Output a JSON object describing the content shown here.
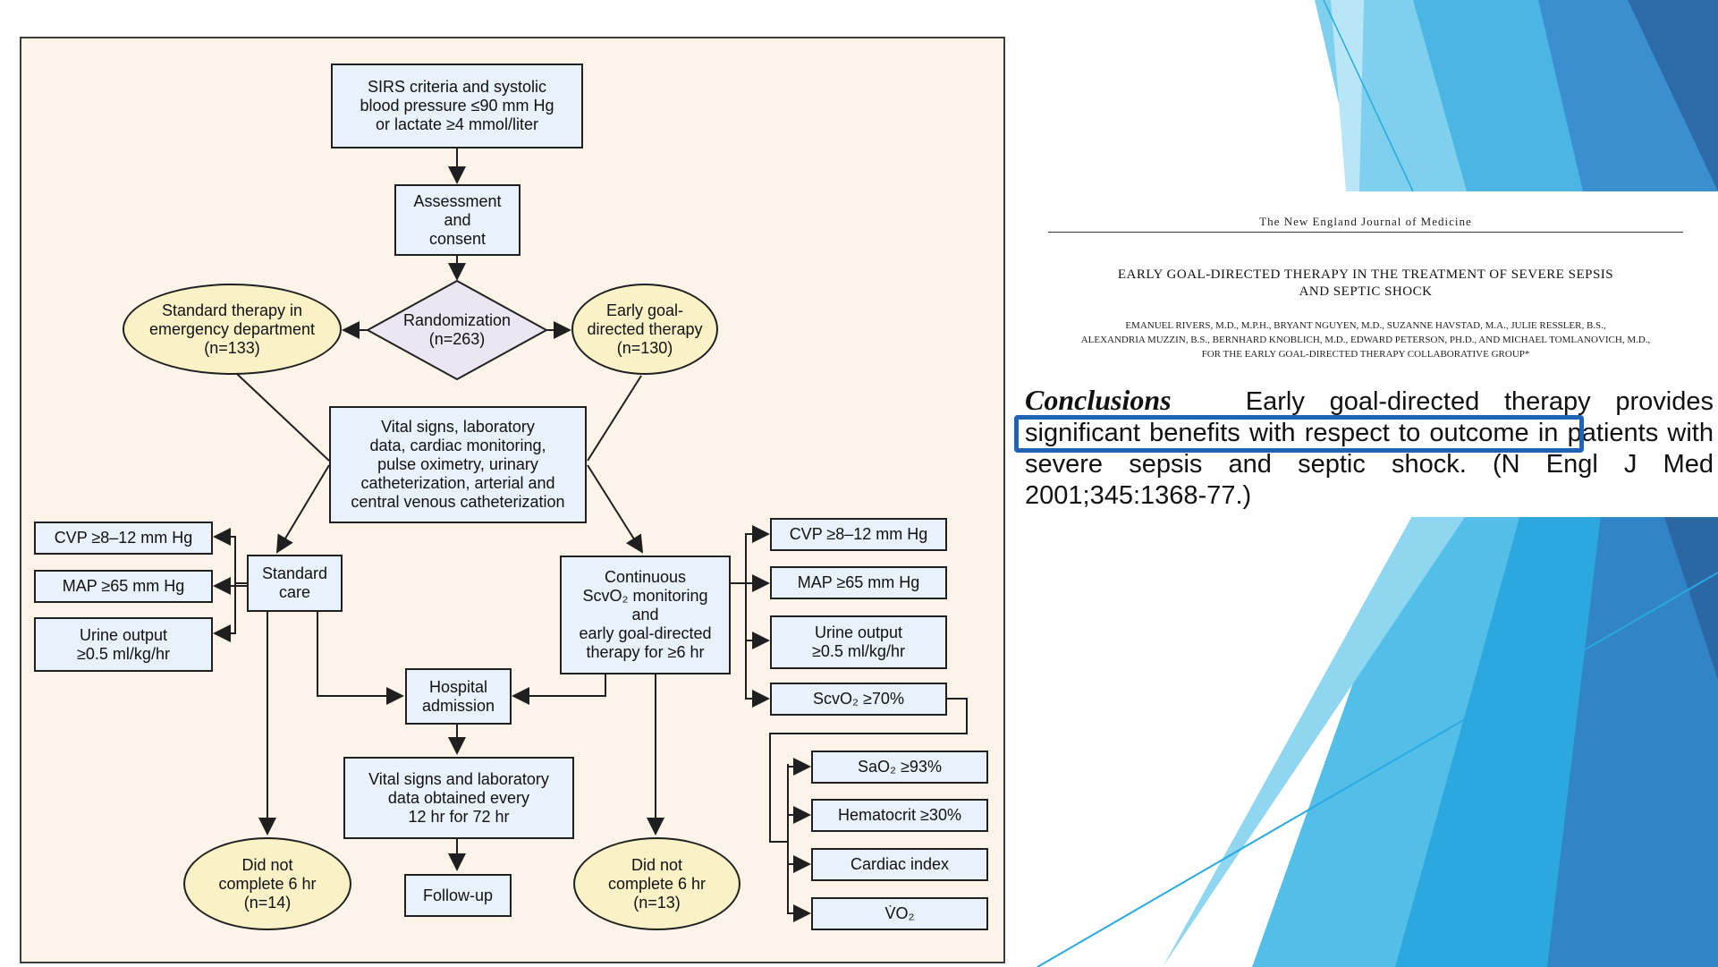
{
  "flowchart": {
    "top": "SIRS criteria and systolic\nblood pressure ≤90 mm Hg\nor lactate ≥4 mmol/liter",
    "assessment": "Assessment\nand\nconsent",
    "randomization": "Randomization\n(n=263)",
    "standard_arm": "Standard therapy in\nemergency department\n(n=133)",
    "egdt_arm": "Early goal-\ndirected therapy\n(n=130)",
    "vitals": "Vital signs, laboratory\ndata, cardiac monitoring,\npulse oximetry, urinary\ncatheterization, arterial and\ncentral venous catheterization",
    "standard_care": "Standard\ncare",
    "continuous": "Continuous\nScvO₂ monitoring\nand\nearly goal-directed\ntherapy for ≥6 hr",
    "left_targets": [
      "CVP ≥8–12 mm Hg",
      "MAP ≥65 mm Hg",
      "Urine output\n≥0.5 ml/kg/hr"
    ],
    "right_targets": [
      "CVP ≥8–12 mm Hg",
      "MAP ≥65 mm Hg",
      "Urine output\n≥0.5 ml/kg/hr",
      "ScvO₂ ≥70%"
    ],
    "scvo2_subtargets": [
      "SaO₂ ≥93%",
      "Hematocrit ≥30%",
      "Cardiac index",
      "V̇O₂"
    ],
    "hospital": "Hospital\nadmission",
    "vitals_72": "Vital signs and laboratory\ndata obtained every\n12 hr for 72 hr",
    "followup": "Follow-up",
    "dnc_left": "Did not\ncomplete 6 hr\n(n=14)",
    "dnc_right": "Did not\ncomplete 6 hr\n(n=13)"
  },
  "journal": {
    "header": "The New England Journal of Medicine",
    "title": "EARLY GOAL-DIRECTED THERAPY IN THE TREATMENT OF SEVERE SEPSIS\nAND SEPTIC SHOCK",
    "authors": "EMANUEL RIVERS, M.D., M.P.H., BRYANT NGUYEN, M.D., SUZANNE HAVSTAD, M.A., JULIE RESSLER, B.S.,\nALEXANDRIA MUZZIN, B.S., BERNHARD KNOBLICH, M.D., EDWARD PETERSON, PH.D., AND MICHAEL TOMLANOVICH, M.D.,\nFOR THE EARLY GOAL-DIRECTED THERAPY COLLABORATIVE GROUP*",
    "conclusion_heading": "Conclusions",
    "conclusion_body": "Early goal-directed therapy provides significant benefits with respect to outcome in patients with severe sepsis and septic shock. (N Engl J Med 2001;345:1368-77.)"
  },
  "colors": {
    "panel_bg": "#fcf4e8",
    "box_fill": "#e9f1fb",
    "oval_fill": "#faf2c6",
    "diamond_fill": "#ece6f3",
    "highlight": "#1e63b6",
    "accent_blue": "#29a9e0"
  }
}
